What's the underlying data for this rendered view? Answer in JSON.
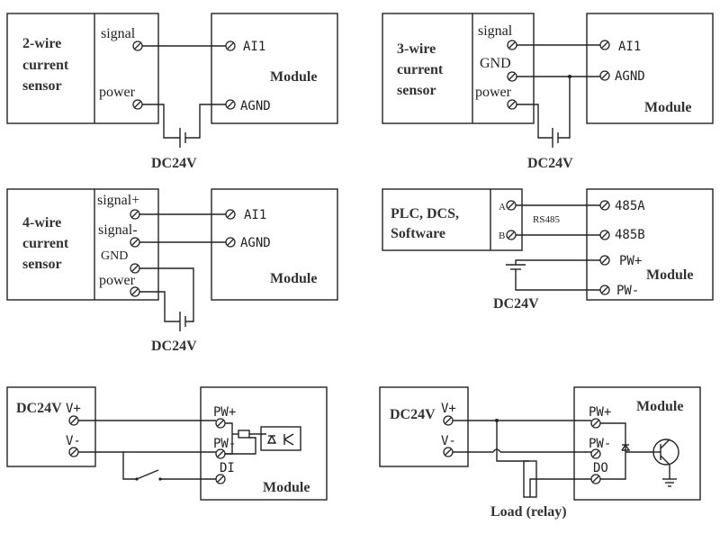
{
  "panel1": {
    "sensor_label": [
      "2-wire",
      "current",
      "sensor"
    ],
    "signal": "signal",
    "power": "power",
    "ai1": "AI1",
    "agnd": "AGND",
    "module": "Module",
    "dc": "DC24V"
  },
  "panel2": {
    "sensor_label": [
      "3-wire",
      "current",
      "sensor"
    ],
    "signal": "signal",
    "gnd": "GND",
    "power": "power",
    "ai1": "AI1",
    "agnd": "AGND",
    "module": "Module",
    "dc": "DC24V"
  },
  "panel3": {
    "sensor_label": [
      "4-wire",
      "current",
      "sensor"
    ],
    "signal_plus": "signal+",
    "signal_minus": "signal-",
    "gnd": "GND",
    "power": "power",
    "ai1": "AI1",
    "agnd": "AGND",
    "module": "Module",
    "dc": "DC24V"
  },
  "panel4": {
    "plc_label": [
      "PLC, DCS,",
      "Software"
    ],
    "a": "A",
    "b": "B",
    "rs485": "RS485",
    "a485": "485A",
    "b485": "485B",
    "pw_plus": "PW+",
    "pw_minus": "PW-",
    "module": "Module",
    "dc": "DC24V"
  },
  "panel5": {
    "dc": "DC24V",
    "v_plus": "V+",
    "v_minus": "V-",
    "pw_plus": "PW+",
    "pw_minus": "PW-",
    "di": "DI",
    "module": "Module"
  },
  "panel6": {
    "dc": "DC24V",
    "v_plus": "V+",
    "v_minus": "V-",
    "pw_plus": "PW+",
    "pw_minus": "PW-",
    "do": "DO",
    "module": "Module",
    "load": "Load (relay)"
  }
}
